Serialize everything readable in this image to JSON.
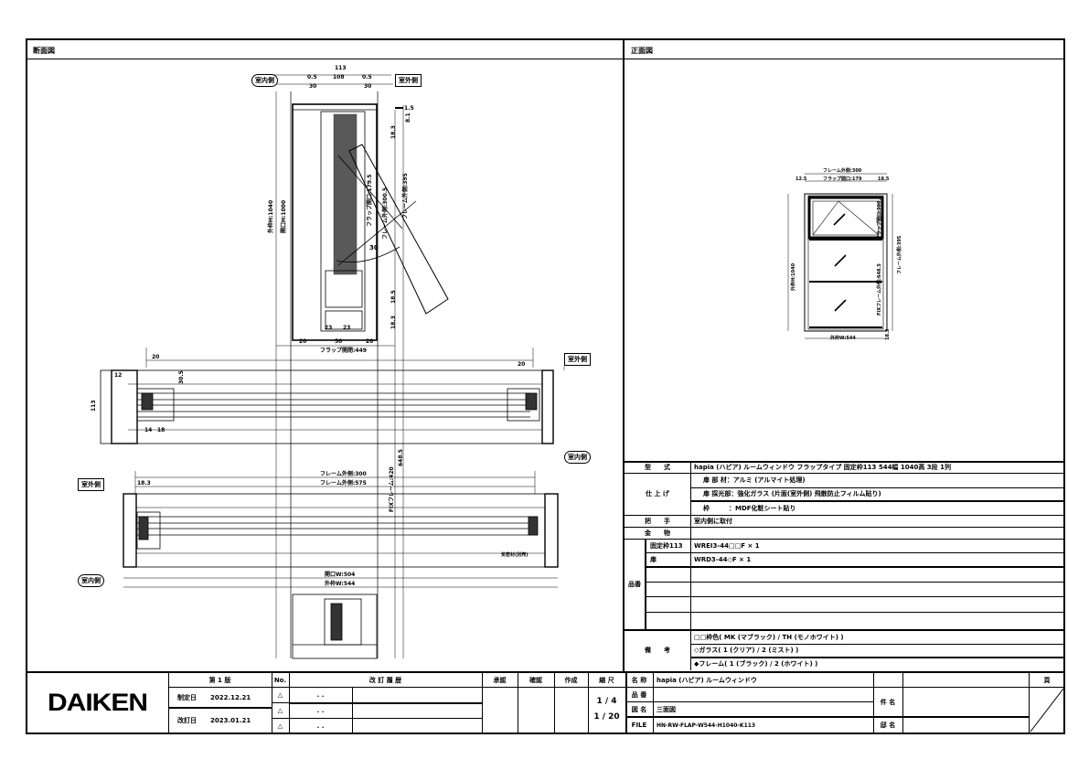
{
  "panels": {
    "section_title": "断面図",
    "front_title": "正面図"
  },
  "tags": {
    "indoor": "室内側",
    "outdoor": "室外側"
  },
  "section_dims": {
    "width_113": "113",
    "d05a": "0.5",
    "d108": "108",
    "d05b": "0.5",
    "d30a": "30",
    "d30b": "30",
    "d20": "20",
    "frame_outer_h": "外枠H:1040",
    "opening_h": "開口H:1000",
    "d15": "1.5",
    "d81": "8.1",
    "d183": "18.3",
    "flap_open": "フラップ開口:179.5",
    "frame_inner": "フレーム外側:300.5",
    "frame_outer": "フレーム外側:395",
    "angle": "30",
    "d20b": "20",
    "d50": "50",
    "d23a": "23",
    "d23b": "23",
    "d185": "18.5",
    "d183b": "18.3",
    "flap_width": "フラップ開閉:449",
    "h_113": "113",
    "h_20a": "20",
    "h_20b": "20",
    "h_12": "12",
    "h_305": "30.5",
    "h_14": "14",
    "h_18": "18",
    "v_frame_outer": "フレーム外側:300",
    "v_frame_inner": "フレーム外側:575",
    "v_float": "FIXフレーム:420",
    "v_6485": "648.5",
    "outer_544": "外枠W:544",
    "opening_504": "開口W:504",
    "d18_3": "18.3",
    "seal_note": "気密材(別売)"
  },
  "front_dims": {
    "frame_outer": "フレーム外側:300",
    "flap_open": "フラップ開口:179",
    "d125": "12.5",
    "d185": "18.5",
    "height": "外枠H:1040",
    "width": "外枠W:544",
    "flap_h": "フラップ開口:300.5",
    "frame_h": "フレーム外側:395",
    "fix_h": "FIXフレーム外側:648.5",
    "d183": "18.3"
  },
  "spec": {
    "model_label": "型　　式",
    "model_value": "hapia (ハピア) ルームウィンドウ フラップタイプ 固定枠113 544幅 1040高 3段 1列",
    "finish_label": "仕 上 げ",
    "finish_rows": [
      "扉 部 材：アルミ (アルマイト処理)",
      "扉 採光部：強化ガラス (片面(室外側) 飛散防止フィルム貼り)",
      "枠　　　：MDF化粧シート貼り"
    ],
    "handle_label": "把　　手",
    "handle_value": "室内側に取付",
    "hardware_label": "金　　物",
    "hardware_value": "",
    "part_label": "品番",
    "parts": [
      {
        "name": "固定枠113",
        "code": "WREI3-44□□F × 1"
      },
      {
        "name": "扉",
        "code": "WRD3-44◇F × 1"
      }
    ],
    "notes_label": "備　　考",
    "notes": [
      "□□枠色( MK (マブラック) / TH (モノホワイト) )",
      "◇ガラス( 1 (クリア) / 2 (ミスト) )",
      "◆フレーム( 1 (ブラック) / 2 (ホワイト) )"
    ]
  },
  "title_block": {
    "logo": "DAIKEN",
    "edition": "第 1 版",
    "established_label": "制定日",
    "established_date": "2022.12.21",
    "revised_label": "改訂日",
    "revised_date": "2023.01.21",
    "no_label": "No.",
    "revision_marks": [
      "△",
      "△",
      "△"
    ],
    "revision_dates": [
      ". .",
      ". .",
      ". ."
    ],
    "history_label": "改 訂 履 歴",
    "approve_label": "承認",
    "check_label": "確認",
    "create_label": "作成",
    "scale_label": "縮 尺",
    "scales": [
      "1 / 4",
      "1 / 20"
    ],
    "name_label": "名 称",
    "name_value": "hapia (ハピア) ルームウィンドウ",
    "part_no_label": "品 番",
    "part_no_value": "",
    "drawing_label": "図 名",
    "drawing_value": "三面図",
    "file_label": "FILE",
    "file_value": "HN-RW-FLAP-W544-H1040-K113",
    "subject_label": "件 名",
    "house_label": "邸 名",
    "page_label": "頁"
  }
}
